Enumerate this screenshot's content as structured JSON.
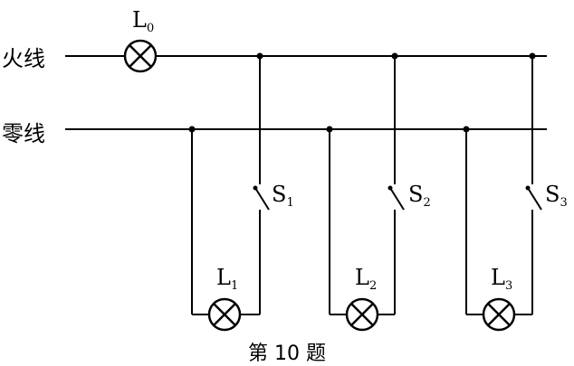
{
  "lines": {
    "live": "火线",
    "neutral": "零线"
  },
  "lamps": {
    "l0": {
      "letter": "L",
      "sub": "0"
    },
    "l1": {
      "letter": "L",
      "sub": "1"
    },
    "l2": {
      "letter": "L",
      "sub": "2"
    },
    "l3": {
      "letter": "L",
      "sub": "3"
    }
  },
  "switches": {
    "s1": {
      "letter": "S",
      "sub": "1"
    },
    "s2": {
      "letter": "S",
      "sub": "2"
    },
    "s3": {
      "letter": "S",
      "sub": "3"
    }
  },
  "caption": "第 10 题"
}
